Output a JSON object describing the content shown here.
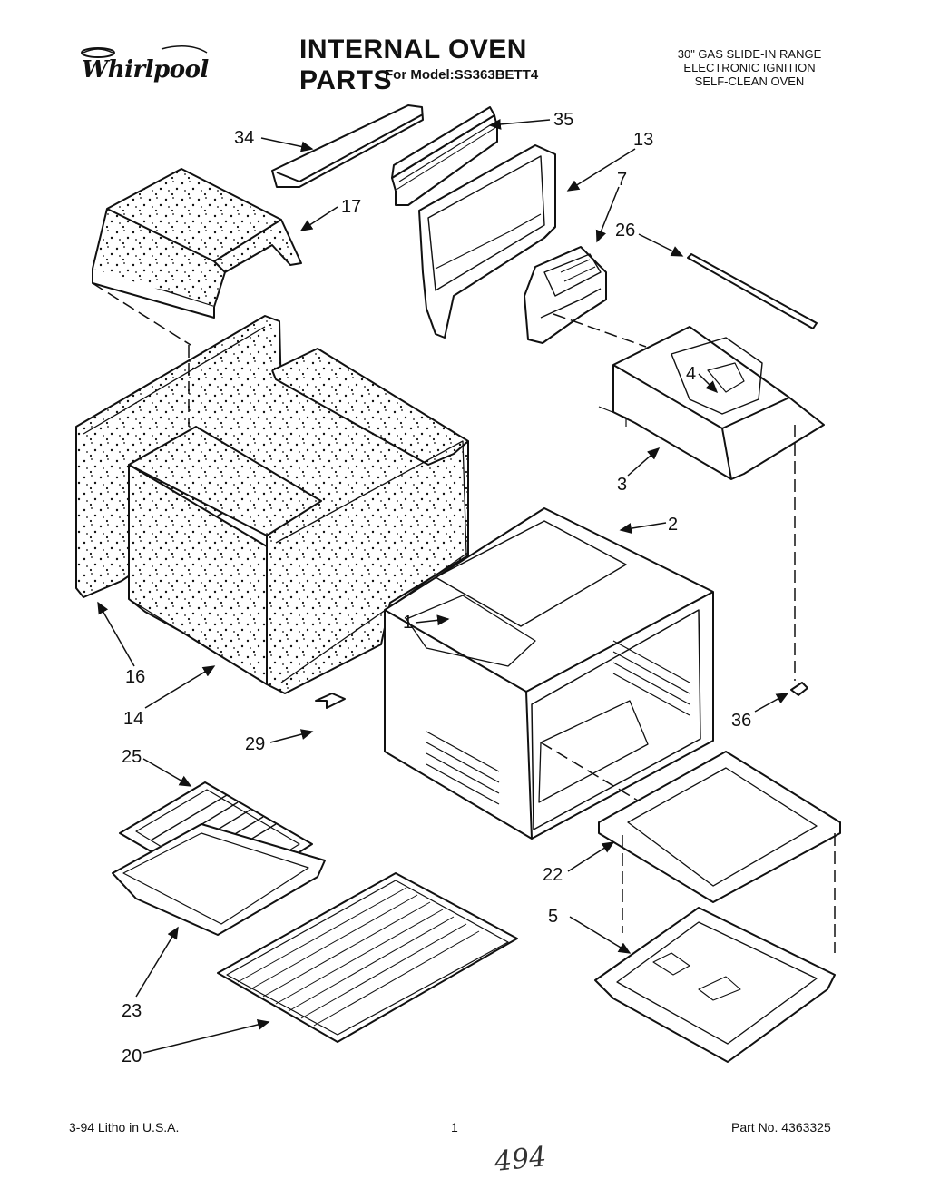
{
  "header": {
    "brand": "Whirlpool",
    "title": "INTERNAL OVEN PARTS",
    "model": "For Model:SS363BETT4",
    "spec_lines": [
      "30\" GAS SLIDE-IN RANGE",
      "ELECTRONIC IGNITION",
      "SELF-CLEAN OVEN"
    ]
  },
  "callouts": {
    "c34": "34",
    "c35": "35",
    "c13": "13",
    "c17": "17",
    "c7": "7",
    "c26": "26",
    "c4": "4",
    "c3": "3",
    "c2": "2",
    "c1": "1",
    "c16": "16",
    "c14": "14",
    "c36": "36",
    "c29": "29",
    "c25": "25",
    "c22": "22",
    "c5": "5",
    "c23": "23",
    "c20": "20"
  },
  "footer": {
    "date_litho": "3-94  Litho in U.S.A.",
    "page": "1",
    "part_no": "Part No. 4363325",
    "handwritten": "494"
  }
}
